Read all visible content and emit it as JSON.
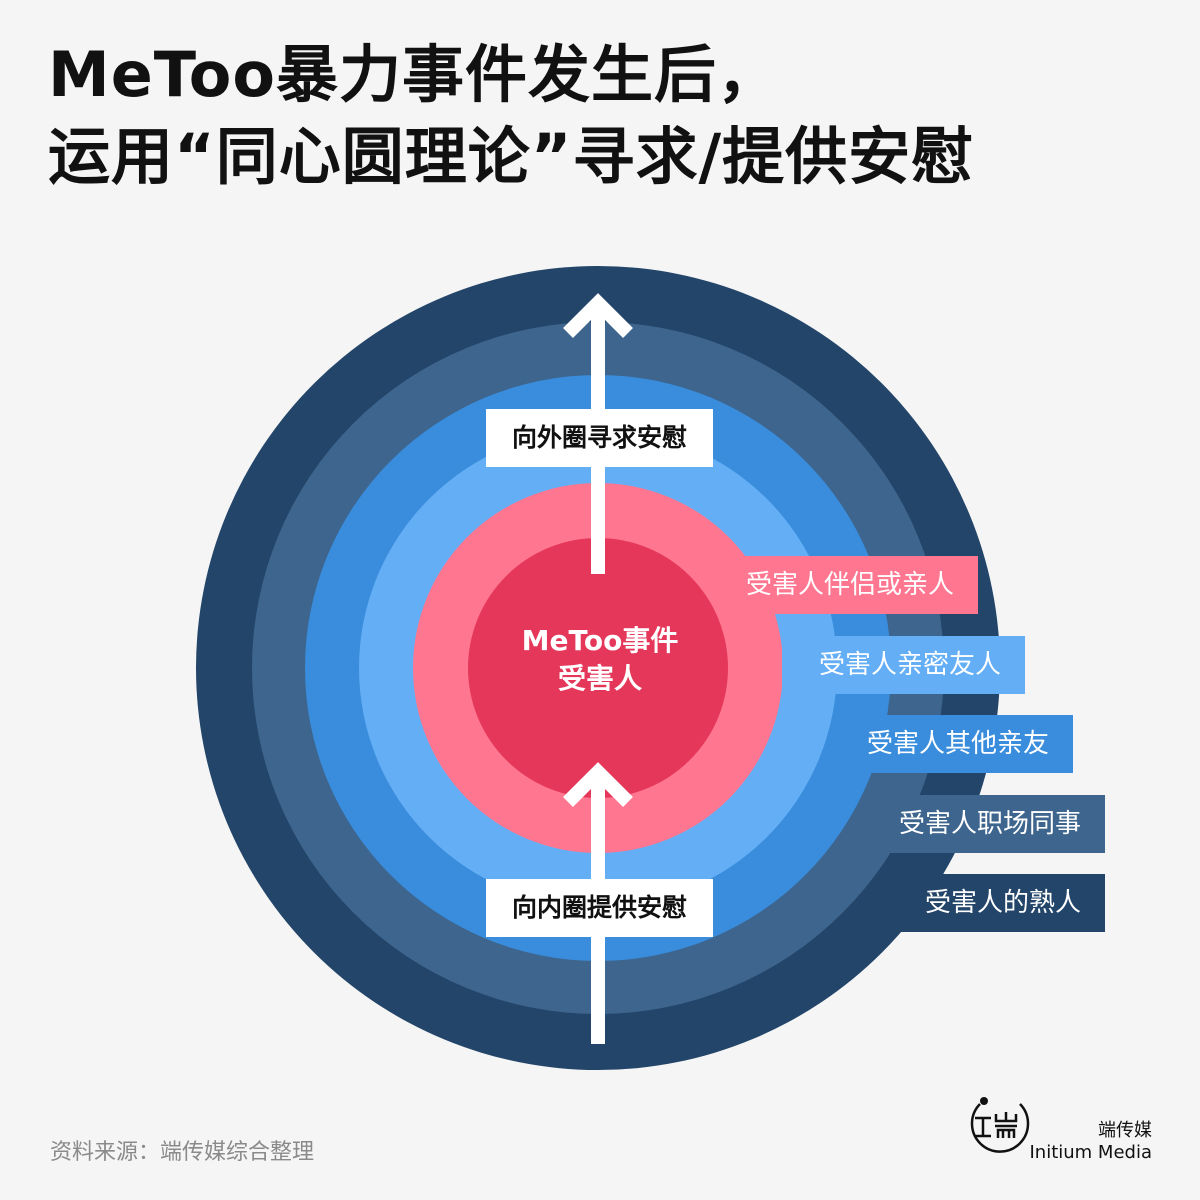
{
  "title": {
    "line1": "MeToo暴力事件发生后，",
    "line2": "运用“同心圆理论”寻求/提供安慰"
  },
  "center": {
    "line1": "MeToo事件",
    "line2": "受害人"
  },
  "arrows": {
    "outward_label": "向外圈寻求安慰",
    "inward_label": "向内圈提供安慰"
  },
  "rings": [
    {
      "label": "受害人伴侣或亲人",
      "color": "#ff7690"
    },
    {
      "label": "受害人亲密友人",
      "color": "#63aef5"
    },
    {
      "label": "受害人其他亲友",
      "color": "#398ddc"
    },
    {
      "label": "受害人职场同事",
      "color": "#3d658e"
    },
    {
      "label": "受害人的熟人",
      "color": "#234569"
    }
  ],
  "core_color": "#e5375a",
  "source": "资料来源：端传媒综合整理",
  "brand": {
    "cn": "端传媒",
    "en": "Initium Media"
  }
}
